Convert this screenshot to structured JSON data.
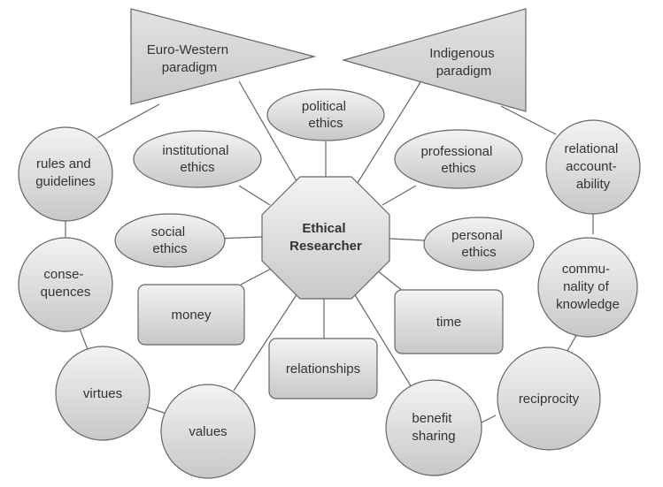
{
  "diagram": {
    "colors": {
      "fill_light": "#f3f3f3",
      "fill_dark": "#c8c8c8",
      "stroke": "#666666",
      "connector": "#666666",
      "text": "#333333"
    },
    "center": {
      "lines": [
        "Ethical",
        "Researcher"
      ]
    },
    "paradigms": {
      "euro_western": {
        "lines": [
          "Euro-Western",
          "paradigm"
        ]
      },
      "indigenous": {
        "lines": [
          "Indigenous",
          "paradigm"
        ]
      }
    },
    "ethics": {
      "political": {
        "lines": [
          "political",
          "ethics"
        ]
      },
      "institutional": {
        "lines": [
          "institutional",
          "ethics"
        ]
      },
      "professional": {
        "lines": [
          "professional",
          "ethics"
        ]
      },
      "social": {
        "lines": [
          "social",
          "ethics"
        ]
      },
      "personal": {
        "lines": [
          "personal",
          "ethics"
        ]
      }
    },
    "factors": {
      "money": {
        "lines": [
          "money"
        ]
      },
      "time": {
        "lines": [
          "time"
        ]
      },
      "relationships": {
        "lines": [
          "relationships"
        ]
      }
    },
    "euro_western_concepts": {
      "rules": {
        "lines": [
          "rules and",
          "guidelines"
        ]
      },
      "consequences": {
        "lines": [
          "conse-",
          "quences"
        ]
      },
      "virtues": {
        "lines": [
          "virtues"
        ]
      },
      "values": {
        "lines": [
          "values"
        ]
      }
    },
    "indigenous_concepts": {
      "relational": {
        "lines": [
          "relational",
          "account-",
          "ability"
        ]
      },
      "communality": {
        "lines": [
          "commu-",
          "nality of",
          "knowledge"
        ]
      },
      "reciprocity": {
        "lines": [
          "reciprocity"
        ]
      },
      "benefit": {
        "lines": [
          "benefit",
          "sharing"
        ]
      }
    }
  }
}
